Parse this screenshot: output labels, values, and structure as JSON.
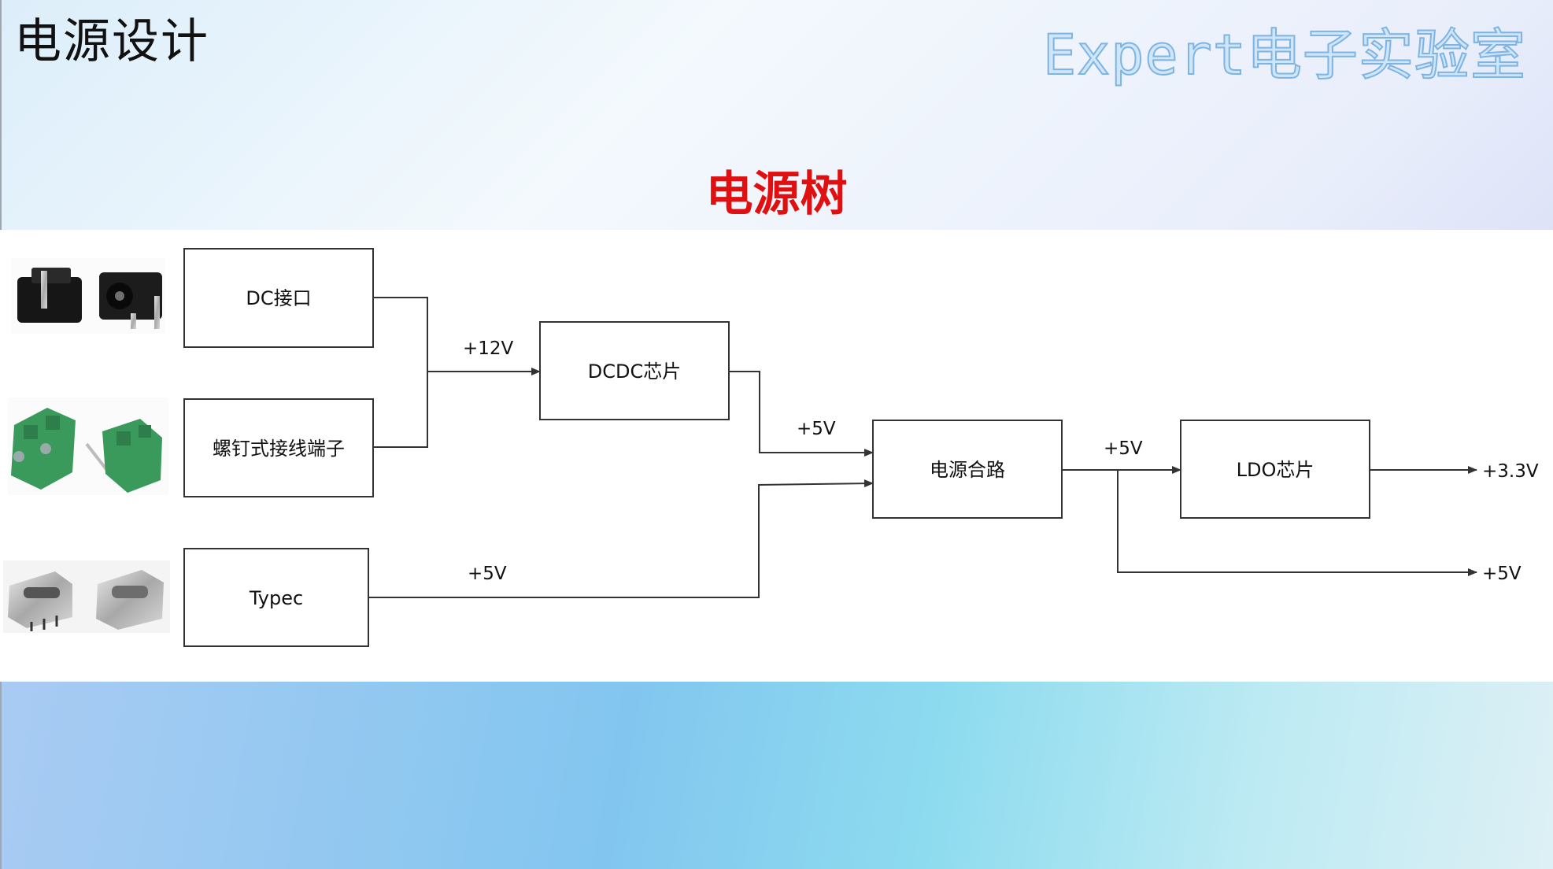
{
  "header": {
    "title": "电源设计",
    "watermark": "Expert电子实验室"
  },
  "diagram": {
    "title": "电源树",
    "nodes": {
      "dc_jack": "DC接口",
      "screw_terminal": "螺钉式接线端子",
      "typec": "Typec",
      "dcdc": "DCDC芯片",
      "power_merge": "电源合路",
      "ldo": "LDO芯片"
    },
    "edges": {
      "to_dcdc": "+12V",
      "dcdc_out": "+5V",
      "typec_out": "+5V",
      "merge_out": "+5V",
      "ldo_out": "+3.3V",
      "bypass_out": "+5V"
    },
    "photos": [
      "dc-jack-photo",
      "screw-terminal-photo",
      "usb-typec-photo"
    ]
  },
  "colors": {
    "title_red": "#e01010",
    "connector_green": "#3a9a5c",
    "line": "#333333"
  }
}
